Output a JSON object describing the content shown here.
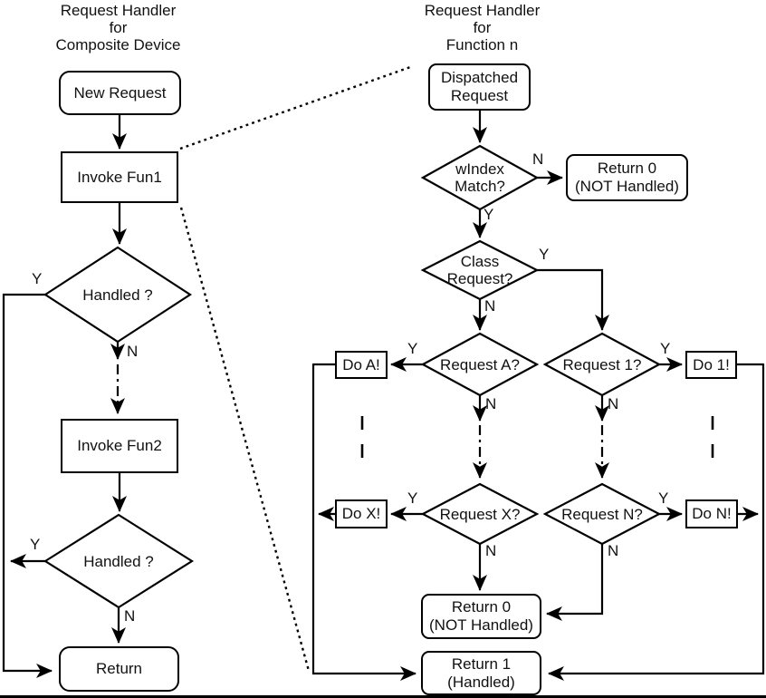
{
  "diagram": {
    "left": {
      "title": "Request Handler\nfor\nComposite Device",
      "nodes": {
        "new_request": "New Request",
        "invoke_fun1": "Invoke Fun1",
        "handled_1": "Handled ?",
        "invoke_fun2": "Invoke Fun2",
        "handled_2": "Handled ?",
        "return": "Return"
      }
    },
    "right": {
      "title": "Request Handler\nfor\nFunction n",
      "nodes": {
        "dispatched_request": "Dispatched\nRequest",
        "windex_match": "wIndex\nMatch?",
        "return_0_top": "Return 0\n(NOT Handled)",
        "class_request": "Class\nRequest?",
        "request_a": "Request A?",
        "do_a": "Do A!",
        "request_1": "Request 1?",
        "do_1": "Do 1!",
        "request_x": "Request X?",
        "do_x": "Do X!",
        "request_n": "Request N?",
        "do_n": "Do N!",
        "return_0_bottom": "Return 0\n(NOT Handled)",
        "return_1": "Return 1\n(Handled)"
      }
    },
    "edge_labels": {
      "yes": "Y",
      "no": "N"
    },
    "colors": {
      "stroke": "#000000",
      "background": "#ffffff",
      "text": "#111111"
    }
  }
}
